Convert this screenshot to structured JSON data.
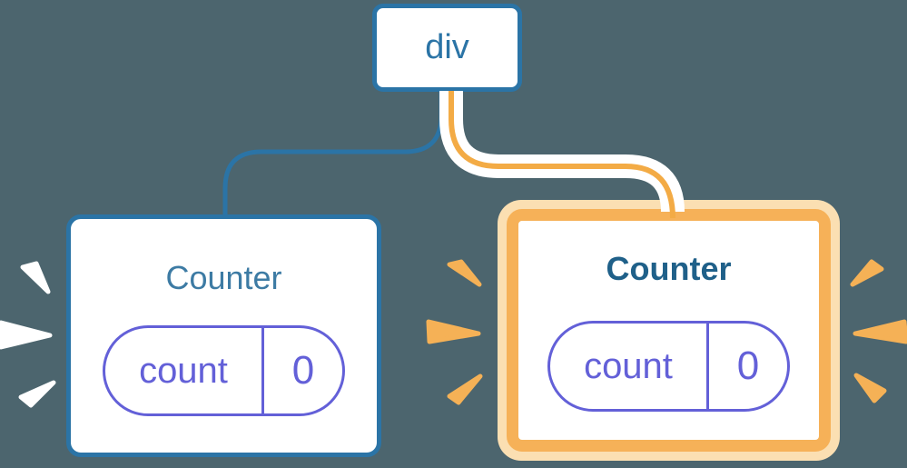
{
  "diagram": {
    "background_color": "#4C656E",
    "root": {
      "label": "div"
    },
    "children": [
      {
        "title": "Counter",
        "highlighted": false,
        "state": {
          "key": "count",
          "value": "0"
        }
      },
      {
        "title": "Counter",
        "highlighted": true,
        "state": {
          "key": "count",
          "value": "0"
        }
      }
    ],
    "colors": {
      "node_blue": "#2B74A6",
      "title_left": "#3D7BA4",
      "title_right": "#1F6089",
      "pill_indigo": "#6360D8",
      "highlight_orange": "#F6B158",
      "highlight_cream": "#FBDFB2",
      "edge_blue": "#2B74A6",
      "edge_orange": "#F3AB45",
      "spark_white": "#FFFFFF",
      "spark_orange": "#F5B156"
    }
  }
}
